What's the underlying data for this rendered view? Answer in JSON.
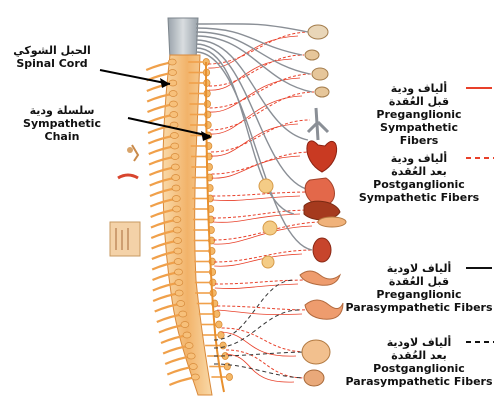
{
  "labels": {
    "spinal_cord": {
      "ar": "الحبل الشوكي",
      "en": "Spinal Cord"
    },
    "sympathetic_chain": {
      "ar": "سلسلة ودية",
      "en": "Sympathetic Chain"
    }
  },
  "legend": [
    {
      "ar1": "ألياف ودية",
      "ar2": "قبل العُقدة",
      "en1": "Preganglionic Sympathetic",
      "en2": "Fibers",
      "color": "#e8402a",
      "style": "solid"
    },
    {
      "ar1": "ألياف ودية",
      "ar2": "بعد العُقدة",
      "en1": "Postganglionic",
      "en2": "Sympathetic Fibers",
      "color": "#e8402a",
      "style": "dashed"
    },
    {
      "ar1": "ألياف لاودية",
      "ar2": "قبل العُقدة",
      "en1": "Preganglionic",
      "en2": "Parasympathetic Fibers",
      "color": "#111111",
      "style": "solid"
    },
    {
      "ar1": "ألياف لاودية",
      "ar2": "بعد العُقدة",
      "en1": "Postganglionic",
      "en2": "Parasympathetic Fibers",
      "color": "#111111",
      "style": "dashed"
    }
  ],
  "colors": {
    "nerve_orange": "#f0a04a",
    "spine_tan": "#f6c98a",
    "organ_red": "#d8452e",
    "gray_nerve": "#8a8f96"
  }
}
